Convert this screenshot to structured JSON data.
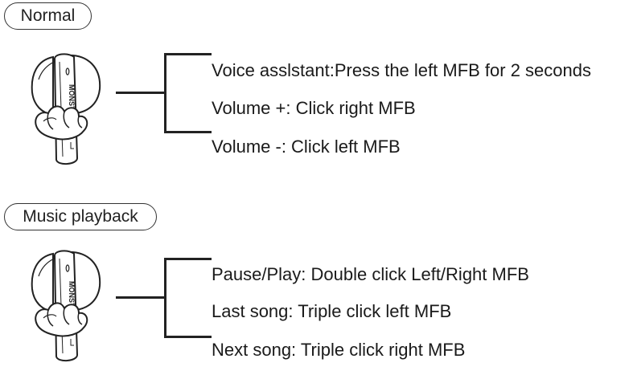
{
  "sections": [
    {
      "mode_label": "Normal",
      "brand_text": "MONSTER",
      "instructions": [
        "Voice asslstant:Press the left MFB for 2 seconds",
        "Volume +: Click right MFB",
        "Volume -: Click left MFB"
      ]
    },
    {
      "mode_label": "Music playback",
      "brand_text": "MONSTER",
      "instructions": [
        "Pause/Play: Double click Left/Right MFB",
        "Last song: Triple click left MFB",
        "Next song: Triple click right MFB"
      ]
    }
  ],
  "colors": {
    "line": "#222222",
    "text": "#1a1a1a",
    "background": "#ffffff"
  }
}
